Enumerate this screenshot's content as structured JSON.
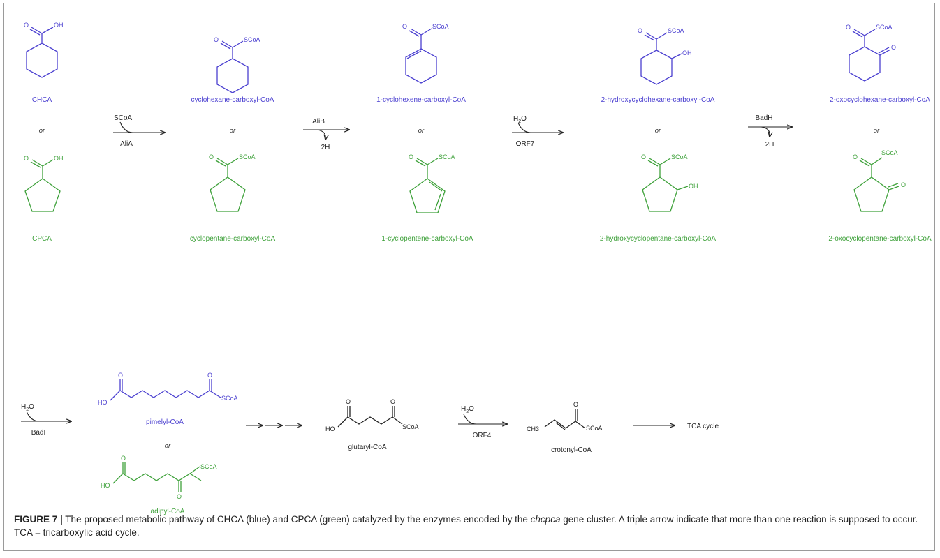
{
  "colors": {
    "blue": "#4a3fd0",
    "green": "#3ea13a",
    "black": "#222222"
  },
  "or_label": "or",
  "compounds": {
    "chca": {
      "name": "CHCA",
      "oh": "OH",
      "o": "O"
    },
    "cpca": {
      "name": "CPCA",
      "oh": "OH",
      "o": "O"
    },
    "chx_coa": {
      "name": "cyclohexane-carboxyl-CoA",
      "scoa": "SCoA",
      "o": "O"
    },
    "cpt_coa": {
      "name": "cyclopentane-carboxyl-CoA",
      "scoa": "SCoA",
      "o": "O"
    },
    "chxe_coa": {
      "name": "1-cyclohexene-carboxyl-CoA",
      "scoa": "SCoA",
      "o": "O"
    },
    "cpte_coa": {
      "name": "1-cyclopentene-carboxyl-CoA",
      "scoa": "SCoA",
      "o": "O"
    },
    "hchx_coa": {
      "name": "2-hydroxycyclohexane-carboxyl-CoA",
      "scoa": "SCoA",
      "o": "O",
      "oh": "OH"
    },
    "hcpt_coa": {
      "name": "2-hydroxycyclopentane-carboxyl-CoA",
      "scoa": "SCoA",
      "o": "O",
      "oh": "OH"
    },
    "ochx_coa": {
      "name": "2-oxocyclohexane-carboxyl-CoA",
      "scoa": "SCoA",
      "o": "O",
      "o2": "O"
    },
    "ocpt_coa": {
      "name": "2-oxocyclopentane-carboxyl-CoA",
      "scoa": "SCoA",
      "o": "O",
      "o2": "O"
    },
    "pimelyl": {
      "name": "pimelyl-CoA",
      "scoa": "SCoA",
      "ho": "HO",
      "o1": "O",
      "o2": "O"
    },
    "adipyl": {
      "name": "adipyl-CoA",
      "scoa": "SCoA",
      "ho": "HO",
      "o1": "O",
      "o2": "O"
    },
    "glutaryl": {
      "name": "glutaryl-CoA",
      "scoa": "SCoA",
      "ho": "HO",
      "o1": "O",
      "o2": "O"
    },
    "crotonyl": {
      "name": "crotonyl-CoA",
      "scoa": "SCoA",
      "ch3": "CH3",
      "o": "O"
    },
    "tca": {
      "name": "TCA cycle"
    }
  },
  "reactions": {
    "alia": {
      "cofactor": "SCoA",
      "enzyme": "AliA"
    },
    "alib": {
      "enzyme": "AliB",
      "product": "2H"
    },
    "orf7": {
      "cofactor": "H",
      "cofactor_sub": "2",
      "cofactor_tail": "O",
      "enzyme": "ORF7"
    },
    "badh": {
      "enzyme": "BadH",
      "product": "2H"
    },
    "badi": {
      "cofactor": "H",
      "cofactor_sub": "2",
      "cofactor_tail": "O",
      "enzyme": "BadI"
    },
    "orf4": {
      "cofactor": "H",
      "cofactor_sub": "2",
      "cofactor_tail": "O",
      "enzyme": "ORF4"
    }
  },
  "caption": {
    "label": "FIGURE 7 |",
    "text_1": " The proposed metabolic pathway of CHCA (blue) and CPCA (green) catalyzed by the enzymes encoded by the ",
    "gene": "chcpca",
    "text_2": " gene cluster. A triple arrow indicate that more than one reaction is supposed to occur. TCA = tricarboxylic acid cycle."
  }
}
